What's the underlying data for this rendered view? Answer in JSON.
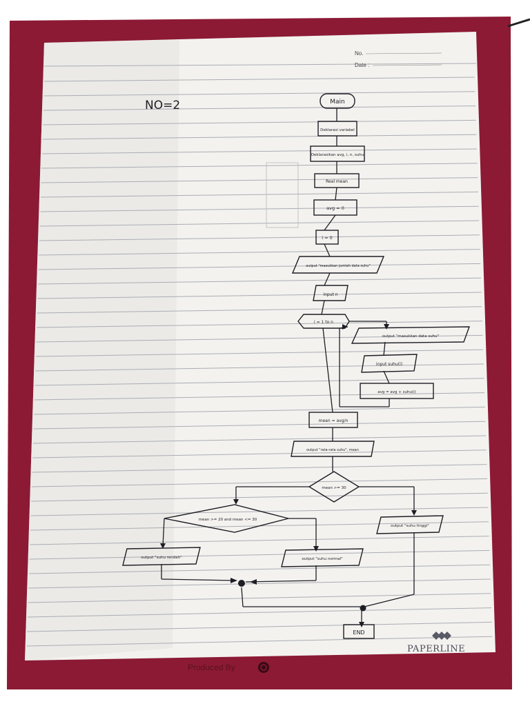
{
  "board": {
    "produced_by": "Produced By",
    "produced_logo": "paperline-circle-logo"
  },
  "paper": {
    "header_no": "No.",
    "header_date": "Date :",
    "question_label": "NO=2",
    "brand": "PAPERLINE",
    "brand_logo": "paperline-diamond-logo"
  },
  "flowchart": {
    "main": "Main",
    "declare": "Deklarasi variabel",
    "declare_vars": "Deklarasikan avg, i, n, suhu",
    "real_i": "Real mean",
    "avg_init": "avg = 0",
    "i_init": "i = 0",
    "output_prompt": "output \"masukkan jumlah data suhu\"",
    "input_n": "input n",
    "loop": "i = 1 to n",
    "loop_output": "output \"masukkan data suhu\"",
    "loop_input": "input suhu(i)",
    "loop_sum": "avg = avg + suhu(i)",
    "mean": "mean = avg/n",
    "output_mean": "output \"rata-rata suhu\", mean",
    "cond_1": "mean >= 30",
    "cond_2": "mean >= 20 and mean <= 30",
    "out_cold": "output \"suhu rendah\"",
    "out_normal": "output \"suhu normal\"",
    "out_high": "output \"suhu tinggi\"",
    "end": "END"
  },
  "colors": {
    "board": "#8c1a34",
    "paper": "#f3f2ef",
    "rule": "#a9acb2",
    "ink": "#1d1d24"
  }
}
